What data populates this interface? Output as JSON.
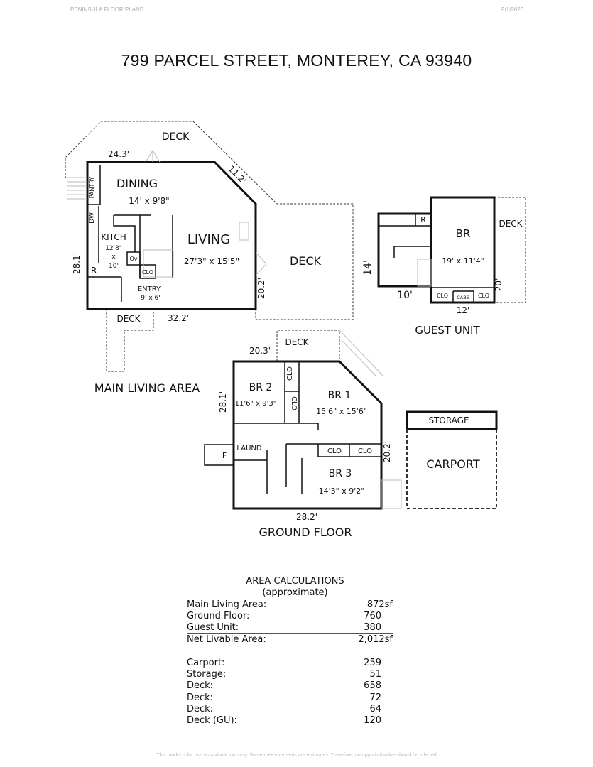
{
  "header": {
    "company": "PENINSULA FLOOR PLANS",
    "date": "9/1/2025"
  },
  "title": "799 PARCEL STREET, MONTEREY, CA  93940",
  "main_living": {
    "label": "MAIN LIVING AREA",
    "deck_top": "DECK",
    "deck_right": "DECK",
    "deck_bottom": "DECK",
    "dim_top": "24.3'",
    "dim_angle": "11.2'",
    "dim_right": "20.2'",
    "dim_bottom": "32.2'",
    "dim_left": "28.1'",
    "dining": "DINING",
    "dining_size": "14' x 9'8\"",
    "pantry": "PANTRY",
    "dw": "DW",
    "kitchen": "KITCH",
    "kitchen_size_1": "12'8\"",
    "kitchen_size_x": "x",
    "kitchen_size_2": "10'",
    "fridge": "R",
    "oven": "Ov",
    "closet": "CLO",
    "living": "LIVING",
    "living_size": "27'3\" x 15'5\"",
    "entry": "ENTRY",
    "entry_size": "9' x 6'"
  },
  "guest_unit": {
    "label": "GUEST UNIT",
    "fridge": "R",
    "bedroom": "BR",
    "bedroom_size": "19' x 11'4\"",
    "deck": "DECK",
    "closet_left": "CLO",
    "cabs": "CABS",
    "closet_right": "CLO",
    "dim_left": "14'",
    "dim_bottom_left": "10'",
    "dim_bottom": "12'",
    "dim_right": "20'"
  },
  "ground_floor": {
    "label": "GROUND FLOOR",
    "deck": "DECK",
    "dim_top": "20.3'",
    "dim_left": "28.1'",
    "dim_right": "20.2'",
    "dim_bottom": "28.2'",
    "br2": "BR 2",
    "br2_size": "11'6\" x 9'3\"",
    "closet_1": "CLO",
    "closet_2": "CLO",
    "br1": "BR 1",
    "br1_size": "15'6\" x 15'6\"",
    "laundry": "LAUND",
    "furnace": "F",
    "closet_3": "CLO",
    "closet_4": "CLO",
    "br3": "BR 3",
    "br3_size": "14'3\" x 9'2\"",
    "storage": "STORAGE",
    "carport": "CARPORT"
  },
  "area_calculations": {
    "title": "AREA CALCULATIONS",
    "subtitle": "(approximate)",
    "livable": [
      {
        "label": "Main Living Area:",
        "value": "872sf"
      },
      {
        "label": "Ground Floor:",
        "value": "760"
      },
      {
        "label": "Guest Unit:",
        "value": "380"
      },
      {
        "label": "Net Livable Area:",
        "value": "2,012sf"
      }
    ],
    "other": [
      {
        "label": "Carport:",
        "value": "259"
      },
      {
        "label": "Storage:",
        "value": "51"
      },
      {
        "label": "Deck:",
        "value": "658"
      },
      {
        "label": "Deck:",
        "value": "72"
      },
      {
        "label": "Deck:",
        "value": "64"
      },
      {
        "label": "Deck (GU):",
        "value": "120"
      }
    ]
  },
  "footer": "This model is for use as a visual tool only. Some measurements are estimates. Therefore, no appraisal value should be inferred"
}
